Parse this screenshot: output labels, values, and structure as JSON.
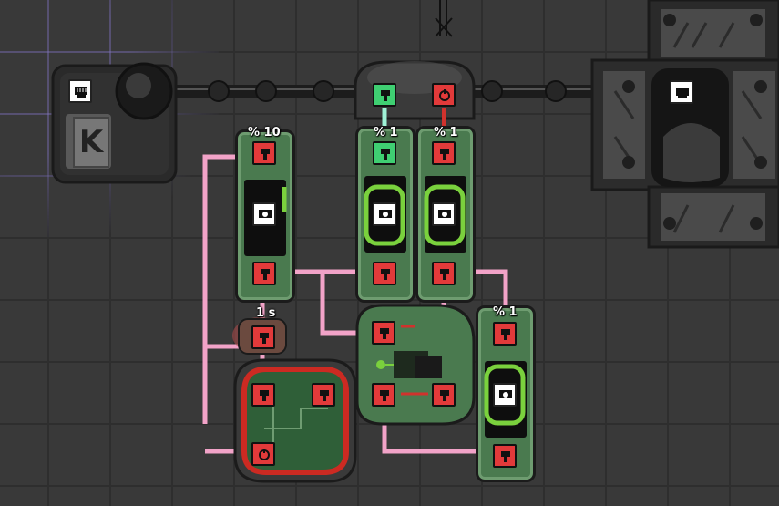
{
  "colors": {
    "signal_wire": "#f2a3c8",
    "active_wire": "#9ff2d6",
    "port_red": "#e23a3a",
    "port_green": "#3fcf72",
    "gate_body": "#4a7a4f",
    "indicator_green": "#7ad13d"
  },
  "sensor": {
    "letter": "K"
  },
  "gates": {
    "filter_top_left": {
      "label": "% 10"
    },
    "filter_mid_a": {
      "label": "% 1"
    },
    "filter_mid_b": {
      "label": "% 1"
    },
    "filter_right": {
      "label": "% 1"
    }
  },
  "buffer": {
    "label": "1 s"
  },
  "icons": [
    "ribbon-port-icon",
    "gate-reset-icon",
    "cog-icon",
    "power-bulb-icon"
  ]
}
